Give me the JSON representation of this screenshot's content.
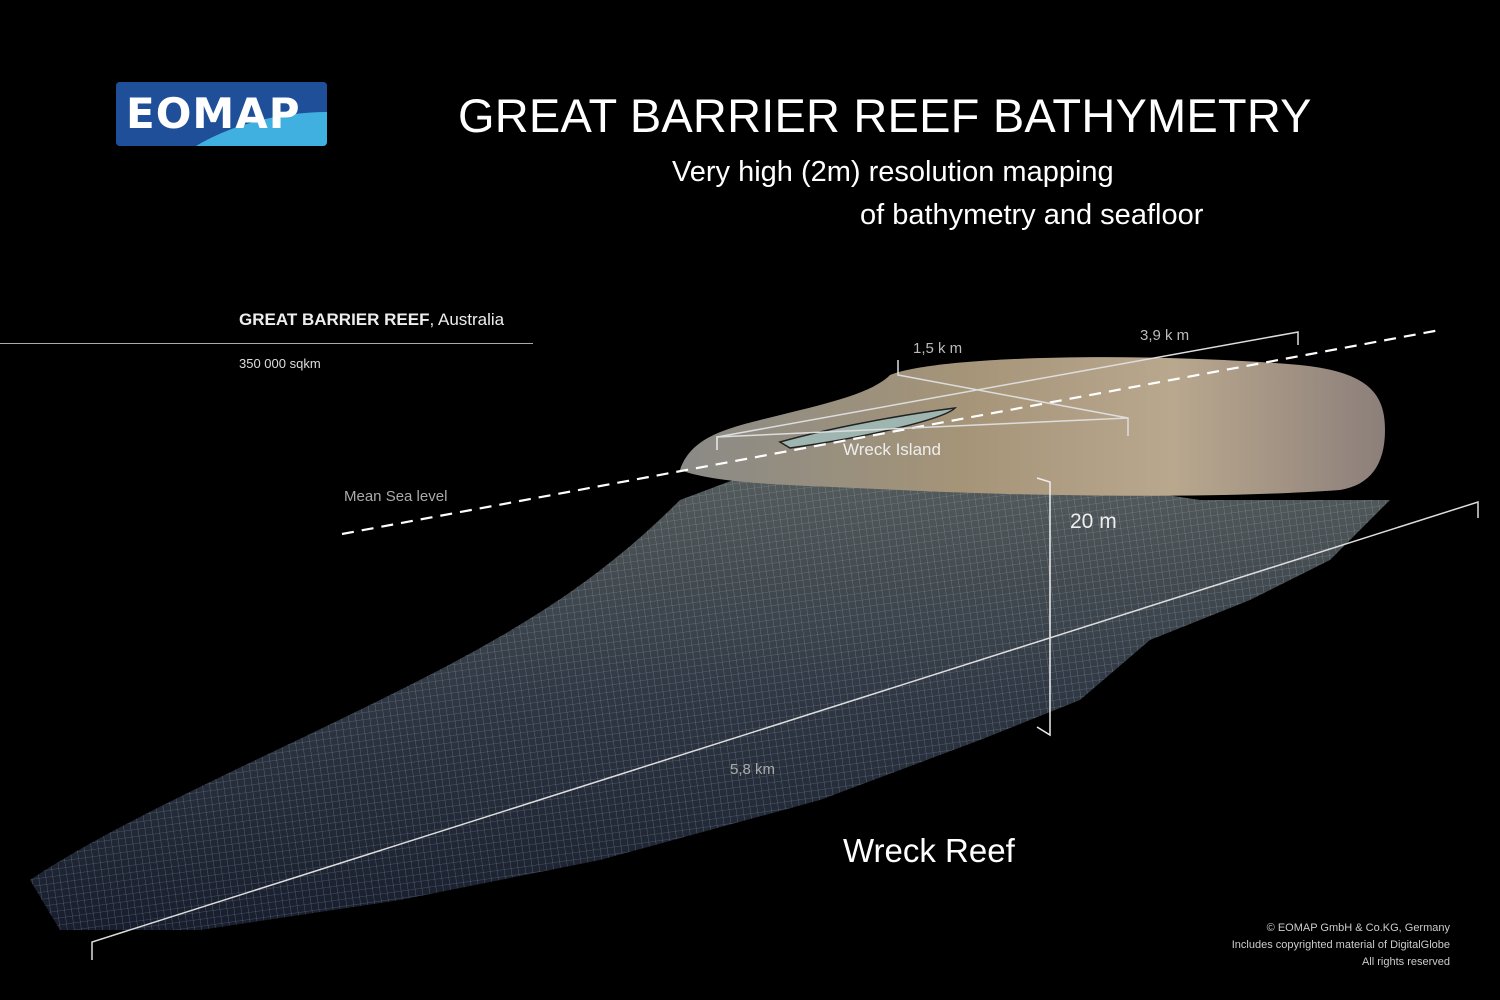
{
  "logo": {
    "text": "EOMAP",
    "colors": {
      "dark": "#1f4f99",
      "light": "#3fb0e0"
    }
  },
  "header": {
    "title": "GREAT BARRIER REEF BATHYMETRY",
    "subtitle_line1": "Very high (2m) resolution mapping",
    "subtitle_line2": "of bathymetry and seafloor"
  },
  "location": {
    "name": "GREAT BARRIER REEF",
    "country": ", Australia",
    "area": "350 000 sqkm"
  },
  "annotations": {
    "mean_sea_level": "Mean Sea level",
    "width_short": "1,5 k m",
    "width_long": "3,9 k m",
    "length": "5,8 km",
    "depth": "20 m",
    "island": "Wreck Island",
    "reef": "Wreck Reef"
  },
  "copyright": {
    "line1": "© EOMAP GmbH & Co.KG, Germany",
    "line2": "Includes copyrighted material of DigitalGlobe",
    "line3": "All rights reserved"
  }
}
